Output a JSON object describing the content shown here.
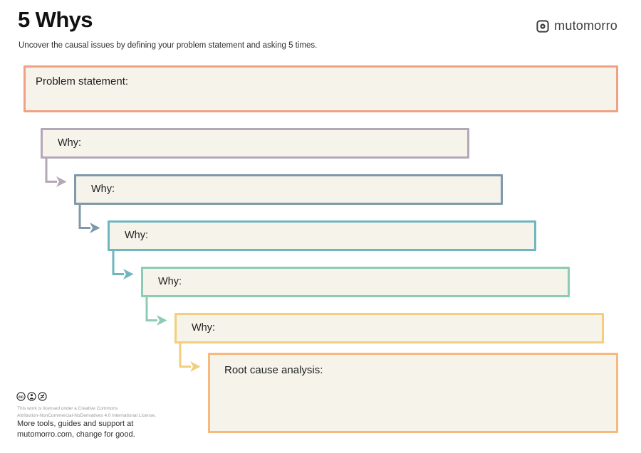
{
  "header": {
    "title": "5 Whys",
    "subtitle": "Uncover the causal issues by defining your problem statement and asking 5 times.",
    "brand_name": "mutomorro"
  },
  "colors": {
    "problem_border": "#F0A183",
    "why_borders": [
      "#B4A7B6",
      "#7E99AB",
      "#6FB6BE",
      "#8DCBB2",
      "#F2CE7D"
    ],
    "root_border": "#F6BA80",
    "box_background": "#F5F3EA",
    "ink": "#1F1F1F",
    "brand_ink": "#3F3F3F"
  },
  "boxes": {
    "problem_label": "Problem statement:",
    "whys": [
      {
        "label": "Why:"
      },
      {
        "label": "Why:"
      },
      {
        "label": "Why:"
      },
      {
        "label": "Why:"
      },
      {
        "label": "Why:"
      }
    ],
    "root_label": "Root cause analysis:"
  },
  "footer": {
    "license_icons": [
      "cc-icon",
      "attribution-icon",
      "no-derivatives-icon"
    ],
    "license_line1": "This work is licensed under a Creative Commons",
    "license_line2": "Attribution-NonCommercial-NoDerivatives 4.0 International License.",
    "promo_line1": "More tools, guides and support at",
    "promo_line2": "mutomorro.com, change for good."
  }
}
